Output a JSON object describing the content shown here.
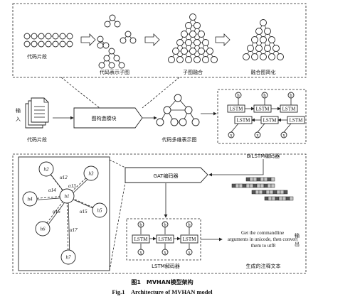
{
  "top_panel": {
    "stage_labels": [
      "代码片段",
      "代码表示子图",
      "子图融合",
      "融合图简化"
    ]
  },
  "input": {
    "vertical_label": [
      "输",
      "入"
    ],
    "doc_label": "代码片段"
  },
  "graph_module_label": "图构造模块",
  "multi_graph_label": "代码多维表示图",
  "bilstm": {
    "cell_label": "LSTM",
    "output_node": "h",
    "input_node": "x",
    "encoder_label": "BiLSTM编码器"
  },
  "gat": {
    "encoder_label": "GAT编码器",
    "center_node": "h1",
    "neighbors": [
      "h2",
      "h3",
      "h4",
      "h5",
      "h6",
      "h7"
    ],
    "attention_labels": [
      "α12",
      "α13",
      "α14",
      "α15",
      "α16",
      "α17"
    ]
  },
  "decoder": {
    "cell_label": "LSTM",
    "output_node": "h",
    "input_node": "x",
    "decoder_label": "LSTM解码器"
  },
  "output": {
    "generated_text": "Get the commandline arguments in unicode, then convert them to utf8",
    "generated_label": "生成的注释文本",
    "vertical_label": [
      "输",
      "出"
    ]
  },
  "caption": {
    "cn": "图1　MVHAN模型架构",
    "en": "Fig.1　Architecture of MVHAN model"
  },
  "colors": {
    "stroke": "#222222",
    "cell_fill": "#c8c8c8",
    "cell_alt": "#555555"
  }
}
